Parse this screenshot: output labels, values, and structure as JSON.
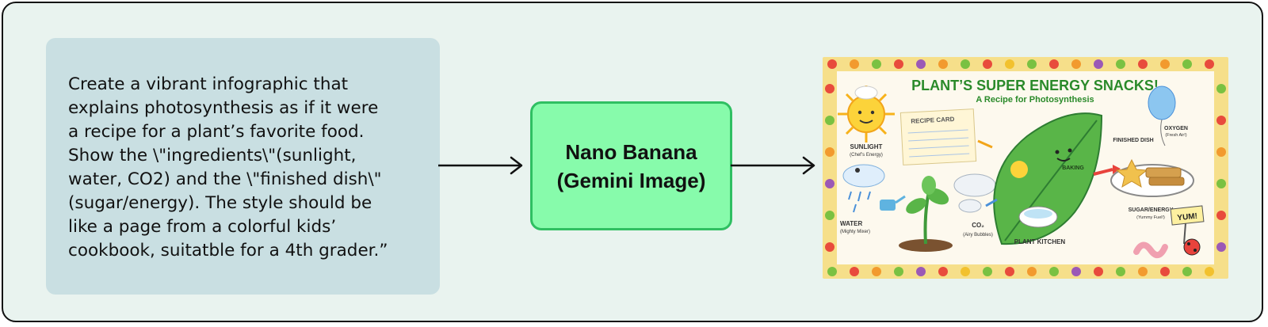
{
  "prompt": {
    "text": "Create a vibrant infographic that\nexplains photosynthesis as if it were\na recipe for a plant’s favorite food.\nShow the \\\"ingredients\\\"(sunlight,\nwater, CO2) and the \\\"finished dish\\\"\n(sugar/energy). The style should be\nlike a page from a colorful kids’\ncookbook, suitatble for a 4th grader.”"
  },
  "model": {
    "label": "Nano Banana\n(Gemini Image)"
  },
  "output_image": {
    "title": "PLANT’S SUPER ENERGY SNACKS!",
    "subtitle": "A Recipe for Photosynthesis",
    "recipe_card": "RECIPE CARD",
    "sunlight": "SUNLIGHT",
    "sunlight_sub": "(Chef’s Energy)",
    "water": "WATER",
    "water_sub": "(Mighty Mixer)",
    "co2": "CO₂",
    "co2_sub": "(Airy Bubbles)",
    "baking": "BAKING",
    "plant_kitchen": "PLANT KITCHEN",
    "finished_dish": "FINISHED DISH",
    "oxygen": "OXYGEN",
    "oxygen_sub": "(Fresh Air!)",
    "sugar_energy": "SUGAR/ENERGY",
    "sugar_energy_sub": "(Yummy Fuel!)",
    "yum": "YUM!"
  },
  "colors": {
    "frame_bg": "#e9f3ef",
    "prompt_bg": "#c9dfe2",
    "model_bg": "#87fbab",
    "model_border": "#2fbf62",
    "image_title": "#2a8a2a"
  }
}
